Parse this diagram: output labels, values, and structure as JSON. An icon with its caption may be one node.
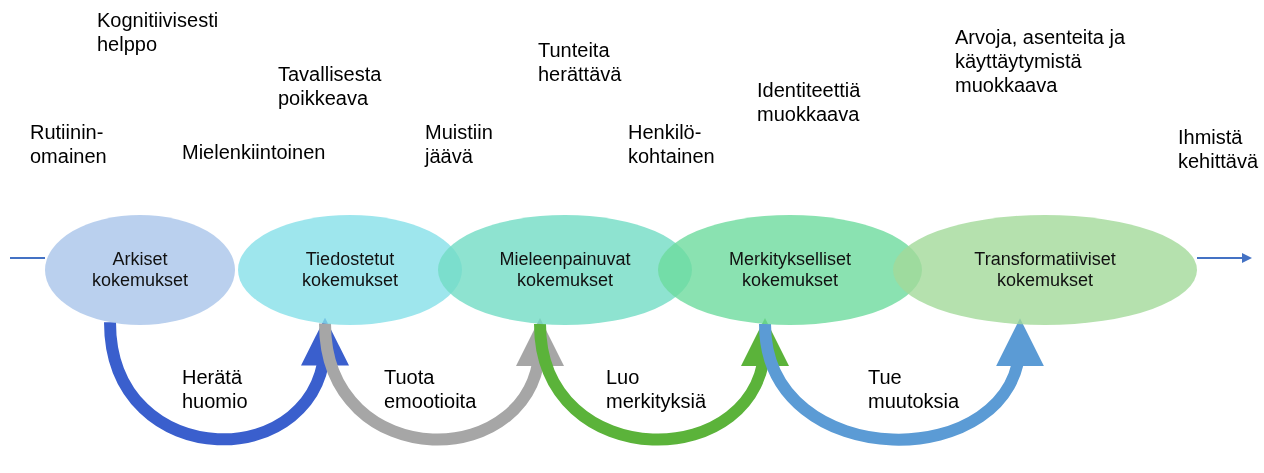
{
  "diagram": {
    "nodes": [
      {
        "text": [
          "Arkiset kokemukset"
        ]
      },
      {
        "text": [
          "Tiedostetut kokemukset"
        ]
      },
      {
        "text": [
          "Mieleenpainuvat kokemukset"
        ]
      },
      {
        "text": [
          "Merkitykselliset kokemukset"
        ]
      },
      {
        "text": [
          "Transformatiiviset kokemukset"
        ]
      }
    ],
    "edges": [
      {
        "from": null,
        "to": 0,
        "arrow": "none",
        "color": "#4472c4"
      },
      {
        "from": 4,
        "to": null,
        "arrow": "to",
        "color": "#4472c4"
      },
      {
        "from": 0,
        "to": 1,
        "arrow": "to",
        "label": "Herätä huomio",
        "color": "#3a5fcd"
      },
      {
        "from": 1,
        "to": 2,
        "arrow": "to",
        "label": "Tuota emootioita",
        "color": "#a6a6a6"
      },
      {
        "from": 2,
        "to": 3,
        "arrow": "to",
        "label": "Luo merkityksiä",
        "color": "#5bb33a"
      },
      {
        "from": 3,
        "to": 4,
        "arrow": "to",
        "label": "Tue muutoksia",
        "color": "#5b9bd5"
      }
    ],
    "labels": [
      "Kognitiivisesti helppo",
      "Tavallisesta poikkeava",
      "Tunteita herättävä",
      "Arvoja, asenteita ja käyttäytymistä muokkaava",
      "Identiteettiä muokkaava",
      "Rutiinin-omainen",
      "Mielenkiintoinen",
      "Muistiin jäävä",
      "Henkilö-kohtainen",
      "Ihmistä kehittävä"
    ]
  }
}
